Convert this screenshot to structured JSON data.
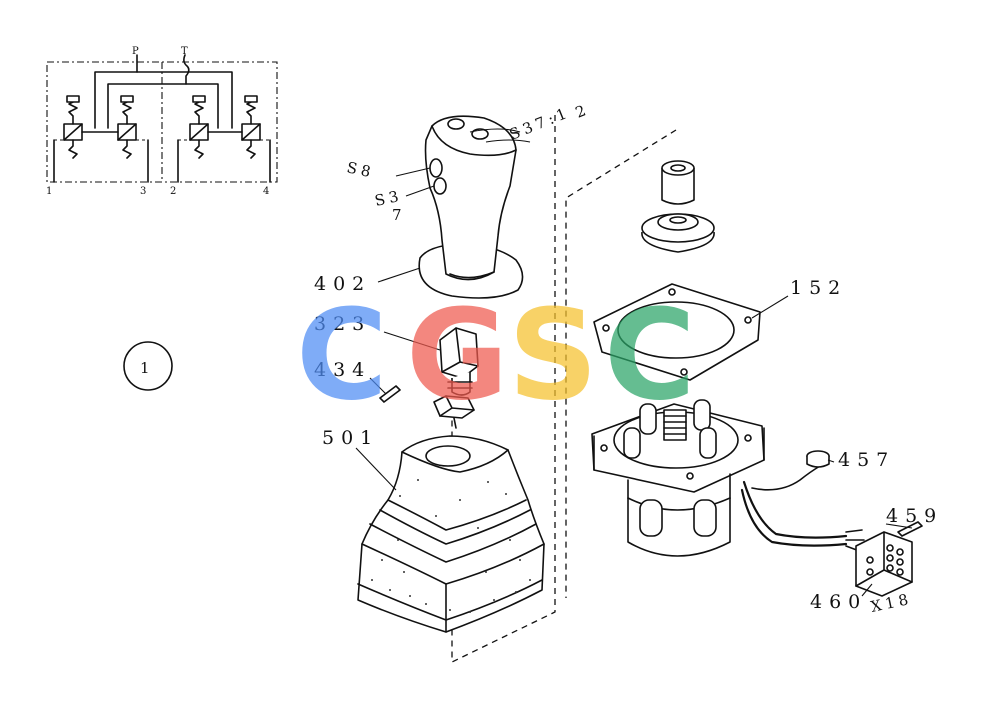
{
  "watermark": {
    "letters": [
      "C",
      "G",
      "S",
      "C"
    ],
    "colors": [
      "#4f8df5",
      "#ef5a4f",
      "#f6c12e",
      "#2aa567"
    ]
  },
  "schematic": {
    "port_p": "P",
    "port_t": "T",
    "port_1": "1",
    "port_2": "2",
    "port_3": "3",
    "port_4": "4"
  },
  "view_number": "1",
  "callouts": {
    "c402": "402",
    "c323": "323",
    "c434": "434",
    "c501": "501",
    "c152": "152",
    "c457": "457",
    "c459": "459",
    "c460": "460",
    "cS8": "S8",
    "cS3": "S3",
    "c7": "7",
    "cS371": "S37:1",
    "c2": "2",
    "cX18": "X18"
  }
}
